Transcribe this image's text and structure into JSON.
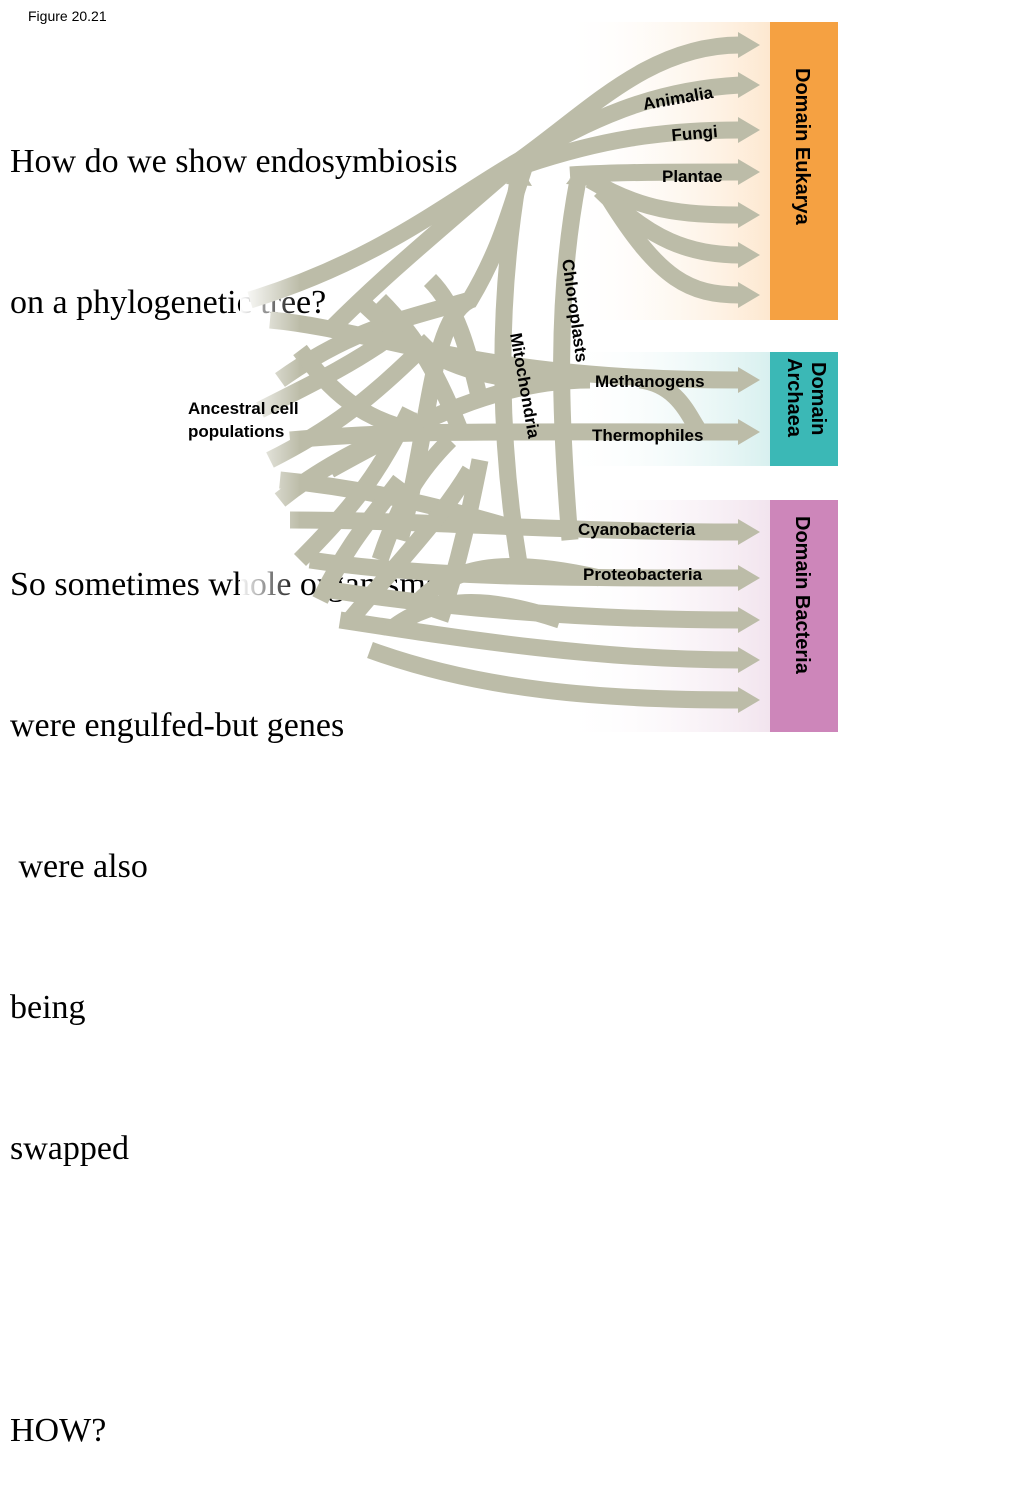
{
  "figure_label": "Figure 20.21",
  "text_lines": [
    "How do we show endosymbiosis",
    "on a phylogenetic tree?",
    "",
    "So sometimes whole organisms",
    "were engulfed-but genes",
    " were also",
    "being",
    "swapped",
    "",
    "HOW?"
  ],
  "diagram": {
    "ancestral_label_line1": "Ancestral cell",
    "ancestral_label_line2": "populations",
    "mitochondria_label": "Mitochondria",
    "chloroplasts_label": "Chloroplasts",
    "groups": {
      "animalia": "Animalia",
      "fungi": "Fungi",
      "plantae": "Plantae",
      "methanogens": "Methanogens",
      "thermophiles": "Thermophiles",
      "cyanobacteria": "Cyanobacteria",
      "proteobacteria": "Proteobacteria"
    },
    "domains": {
      "eukarya": "Domain Eukarya",
      "archaea_line1": "Domain",
      "archaea_line2": "Archaea",
      "bacteria": "Domain Bacteria"
    },
    "colors": {
      "branch": "#bcbca8",
      "eukarya_box": "#f5a142",
      "eukarya_bg": "#fde8d0",
      "archaea_box": "#3bb8b6",
      "archaea_bg": "#d8f0ef",
      "bacteria_box": "#cd86ba",
      "bacteria_bg": "#f2e4ee"
    }
  }
}
